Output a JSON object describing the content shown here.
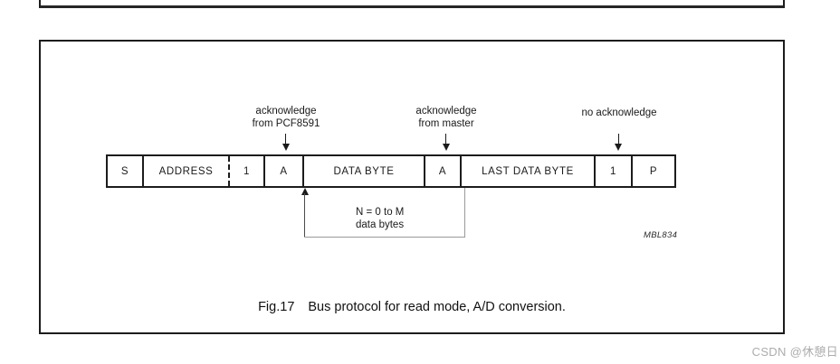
{
  "figure": {
    "caption_label": "Fig.17",
    "caption_text": "Bus protocol for read mode, A/D conversion.",
    "reference_code": "MBL834"
  },
  "protocol": {
    "cells": [
      {
        "label": "S"
      },
      {
        "label": "ADDRESS"
      },
      {
        "label": "1"
      },
      {
        "label": "A"
      },
      {
        "label": "DATA BYTE"
      },
      {
        "label": "A"
      },
      {
        "label": "LAST DATA BYTE"
      },
      {
        "label": "1"
      },
      {
        "label": "P"
      }
    ],
    "annotations": {
      "ack_pcf8591": {
        "line1": "acknowledge",
        "line2": "from PCF8591"
      },
      "ack_master": {
        "line1": "acknowledge",
        "line2": "from master"
      },
      "no_ack": {
        "line1": "no acknowledge"
      }
    },
    "bracket_note": {
      "line1": "N = 0 to M",
      "line2": "data bytes"
    }
  },
  "page": {
    "watermark": "CSDN @休憩日"
  }
}
